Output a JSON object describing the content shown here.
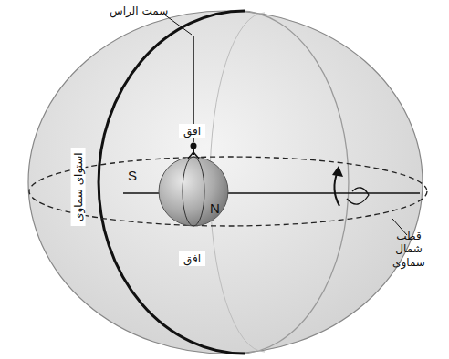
{
  "diagram": {
    "labels": [
      "سمت الراس",
      "افق",
      "استوای سماوی",
      "S",
      "N",
      "قطب شمال سماوی",
      "افق"
    ]
  }
}
